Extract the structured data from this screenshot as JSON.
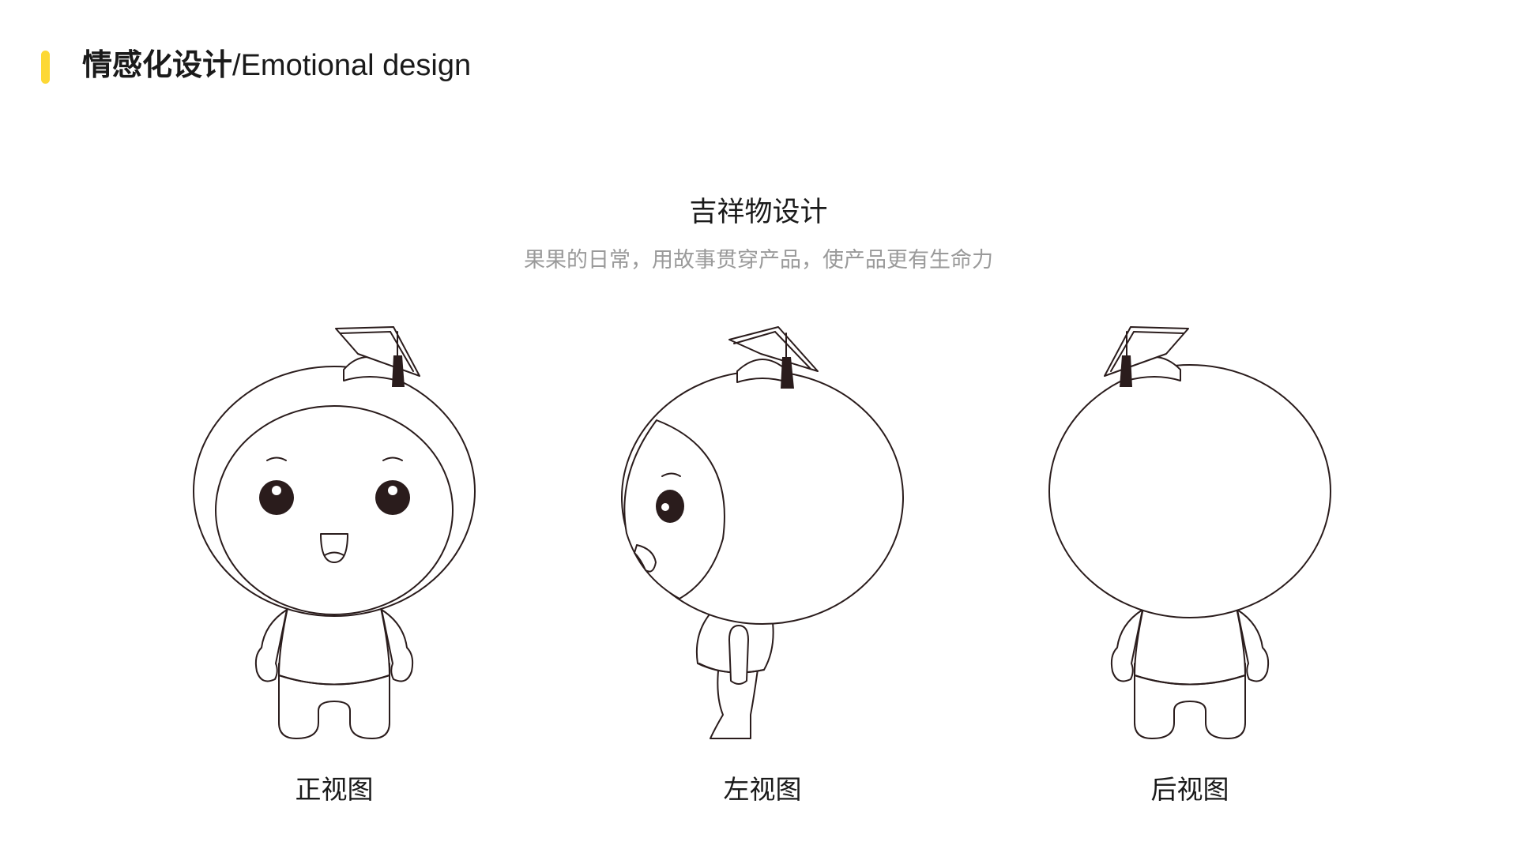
{
  "header": {
    "title_cn": "情感化设计",
    "title_en": "/Emotional design",
    "accent_color": "#FDD835"
  },
  "section": {
    "title": "吉祥物设计",
    "subtitle": "果果的日常，用故事贯穿产品，使产品更有生命力"
  },
  "views": [
    {
      "label": "正视图"
    },
    {
      "label": "左视图"
    },
    {
      "label": "后视图"
    }
  ],
  "colors": {
    "line": "#2a1c1c",
    "text": "#1a1a1a",
    "subtitle": "#9a9a9a"
  }
}
